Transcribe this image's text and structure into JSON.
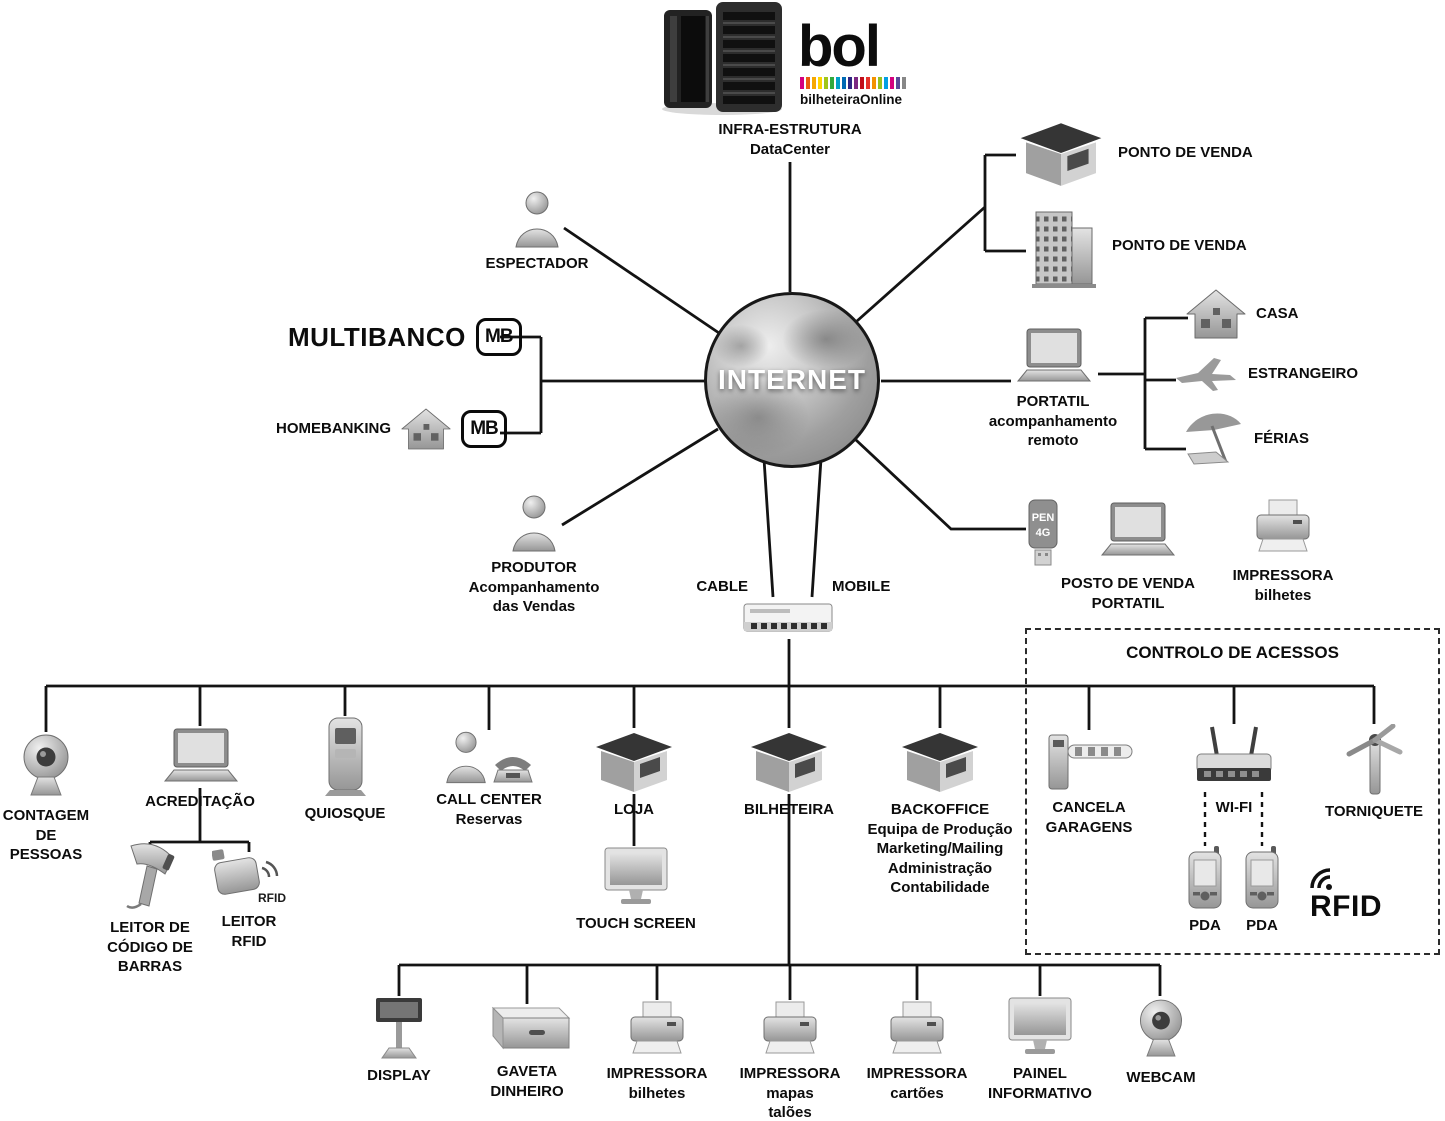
{
  "brand": {
    "logo": "bol",
    "logo_sub": "bilheteiraOnline",
    "stripe_colors": [
      "#d4007f",
      "#e95d0f",
      "#f6a800",
      "#ffd500",
      "#a2c617",
      "#31a93c",
      "#00a0c6",
      "#0069b4",
      "#312783",
      "#7c2982",
      "#c20e1a",
      "#e6332a",
      "#f39200",
      "#95c11f",
      "#009fe3",
      "#d4007f",
      "#584998",
      "#878787"
    ]
  },
  "datacenter": {
    "label": "INFRA-ESTRUTURA\nDataCenter"
  },
  "internet": {
    "label": "INTERNET"
  },
  "mb": "MB",
  "pen": {
    "line1": "PEN",
    "line2": "4G"
  },
  "connections": {
    "cable": "CABLE",
    "mobile": "MOBILE"
  },
  "access_box": {
    "title": "CONTROLO DE ACESSOS"
  },
  "nodes": {
    "espectador": "ESPECTADOR",
    "multibanco": "MULTIBANCO",
    "homebanking": "HOMEBANKING",
    "produtor": "PRODUTOR\nAcompanhamento\ndas Vendas",
    "ponto_venda_1": "PONTO DE VENDA",
    "ponto_venda_2": "PONTO DE VENDA",
    "portatil": "PORTATIL\nacompanhamento\nremoto",
    "casa": "CASA",
    "estrangeiro": "ESTRANGEIRO",
    "ferias": "FÉRIAS",
    "posto_venda": "POSTO DE VENDA\nPORTATIL",
    "impressora_bilhetes_top": "IMPRESSORA\nbilhetes",
    "contagem": "CONTAGEM\nDE PESSOAS",
    "acreditacao": "ACREDITAÇÃO",
    "quiosque": "QUIOSQUE",
    "call_center": "CALL CENTER\nReservas",
    "loja": "LOJA",
    "bilheteira": "BILHETEIRA",
    "backoffice": "BACKOFFICE\nEquipa de Produção\nMarketing/Mailing\nAdministração\nContabilidade",
    "cancela": "CANCELA\nGARAGENS",
    "wifi": "WI-FI",
    "torniquete": "TORNIQUETE",
    "leitor_codigo": "LEITOR DE\nCÓDIGO DE\nBARRAS",
    "leitor_rfid": "LEITOR\nRFID",
    "leitor_rfid_tag": "RFID",
    "touch_screen": "TOUCH SCREEN",
    "pda1": "PDA",
    "pda2": "PDA",
    "rfid_logo": "RFID",
    "display": "DISPLAY",
    "gaveta": "GAVETA\nDINHEIRO",
    "impressora_bilhetes": "IMPRESSORA\nbilhetes",
    "impressora_mapas": "IMPRESSORA\nmapas\ntalões",
    "impressora_cartoes": "IMPRESSORA\ncartões",
    "painel": "PAINEL\nINFORMATIVO",
    "webcam": "WEBCAM"
  }
}
